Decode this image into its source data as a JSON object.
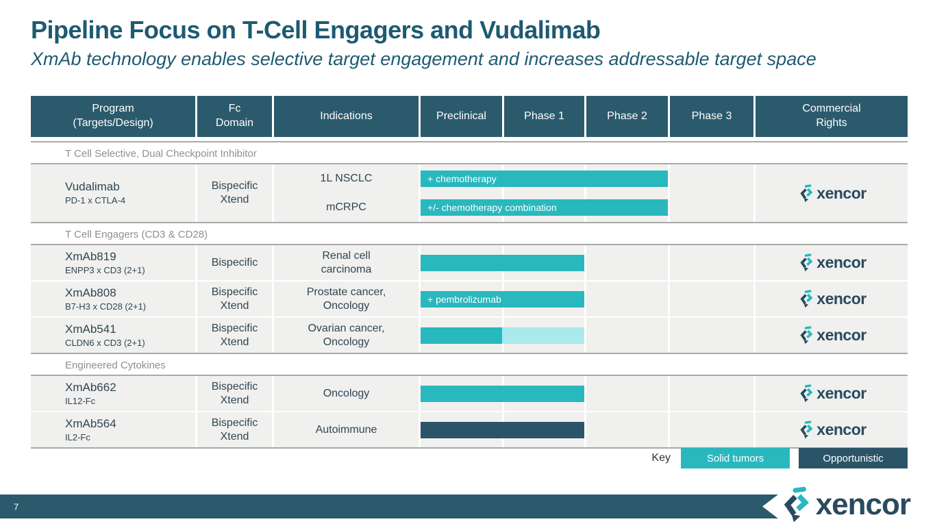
{
  "slide": {
    "title": "Pipeline Focus on T-Cell Engagers and Vudalimab",
    "subtitle": "XmAb technology enables selective target engagement and increases addressable target space",
    "page_number": "7"
  },
  "brand": {
    "logo_text": "xencor"
  },
  "colors": {
    "solid_tumors": "#29b8bd",
    "light": "#aae9ec",
    "opportunistic": "#2b5468",
    "header_bar": "#2b5a6c",
    "title_text": "#1e5a72"
  },
  "key": {
    "label": "Key",
    "items": [
      {
        "label": "Solid tumors",
        "type": "solid_tumors"
      },
      {
        "label": "Opportunistic",
        "type": "opportunistic"
      }
    ]
  },
  "chart_data": {
    "type": "table",
    "title": "Pipeline Focus on T-Cell Engagers and Vudalimab",
    "columns": [
      "Program\n(Targets/Design)",
      "Fc\nDomain",
      "Indications",
      "Preclinical",
      "Phase 1",
      "Phase 2",
      "Phase 3",
      "Commercial\nRights"
    ],
    "phases": [
      "Preclinical",
      "Phase 1",
      "Phase 2",
      "Phase 3"
    ],
    "groups": [
      {
        "label": "T Cell Selective, Dual Checkpoint Inhibitor",
        "rows": [
          {
            "program": "Vudalimab",
            "targets": "PD-1 x CTLA-4",
            "fc_domain": "Bispecific\nXtend",
            "commercial_rights": "xencor",
            "entries": [
              {
                "indication": "1L NSCLC",
                "bar_label": "+ chemotherapy",
                "segments": [
                  {
                    "start": "Preclinical",
                    "end": "Phase 2",
                    "type": "solid_tumors"
                  }
                ]
              },
              {
                "indication": "mCRPC",
                "bar_label": "+/- chemotherapy combination",
                "segments": [
                  {
                    "start": "Preclinical",
                    "end": "Phase 2",
                    "type": "solid_tumors"
                  }
                ]
              }
            ]
          }
        ]
      },
      {
        "label": "T Cell Engagers (CD3 & CD28)",
        "rows": [
          {
            "program": "XmAb819",
            "targets": "ENPP3 x CD3 (2+1)",
            "fc_domain": "Bispecific",
            "commercial_rights": "xencor",
            "entries": [
              {
                "indication": "Renal cell\ncarcinoma",
                "bar_label": "",
                "segments": [
                  {
                    "start": "Preclinical",
                    "end": "Phase 1",
                    "type": "solid_tumors"
                  }
                ]
              }
            ]
          },
          {
            "program": "XmAb808",
            "targets": "B7-H3 x CD28 (2+1)",
            "fc_domain": "Bispecific\nXtend",
            "commercial_rights": "xencor",
            "entries": [
              {
                "indication": "Prostate cancer,\nOncology",
                "bar_label": "+ pembrolizumab",
                "segments": [
                  {
                    "start": "Preclinical",
                    "end": "Phase 1",
                    "type": "solid_tumors"
                  }
                ]
              }
            ]
          },
          {
            "program": "XmAb541",
            "targets": "CLDN6 x CD3 (2+1)",
            "fc_domain": "Bispecific\nXtend",
            "commercial_rights": "xencor",
            "entries": [
              {
                "indication": "Ovarian cancer,\nOncology",
                "bar_label": "",
                "segments": [
                  {
                    "start": "Preclinical",
                    "end": "Preclinical",
                    "type": "solid_tumors"
                  },
                  {
                    "start": "Phase 1",
                    "end": "Phase 1",
                    "type": "light"
                  }
                ]
              }
            ]
          }
        ]
      },
      {
        "label": "Engineered Cytokines",
        "rows": [
          {
            "program": "XmAb662",
            "targets": "IL12-Fc",
            "fc_domain": "Bispecific\nXtend",
            "commercial_rights": "xencor",
            "entries": [
              {
                "indication": "Oncology",
                "bar_label": "",
                "segments": [
                  {
                    "start": "Preclinical",
                    "end": "Phase 1",
                    "type": "solid_tumors"
                  }
                ]
              }
            ]
          },
          {
            "program": "XmAb564",
            "targets": "IL2-Fc",
            "fc_domain": "Bispecific\nXtend",
            "commercial_rights": "xencor",
            "entries": [
              {
                "indication": "Autoimmune",
                "bar_label": "",
                "segments": [
                  {
                    "start": "Preclinical",
                    "end": "Phase 1",
                    "type": "opportunistic"
                  }
                ]
              }
            ]
          }
        ]
      }
    ],
    "legend": [
      {
        "label": "Solid tumors",
        "color": "#29b8bd"
      },
      {
        "label": "Opportunistic",
        "color": "#2b5468"
      }
    ]
  }
}
